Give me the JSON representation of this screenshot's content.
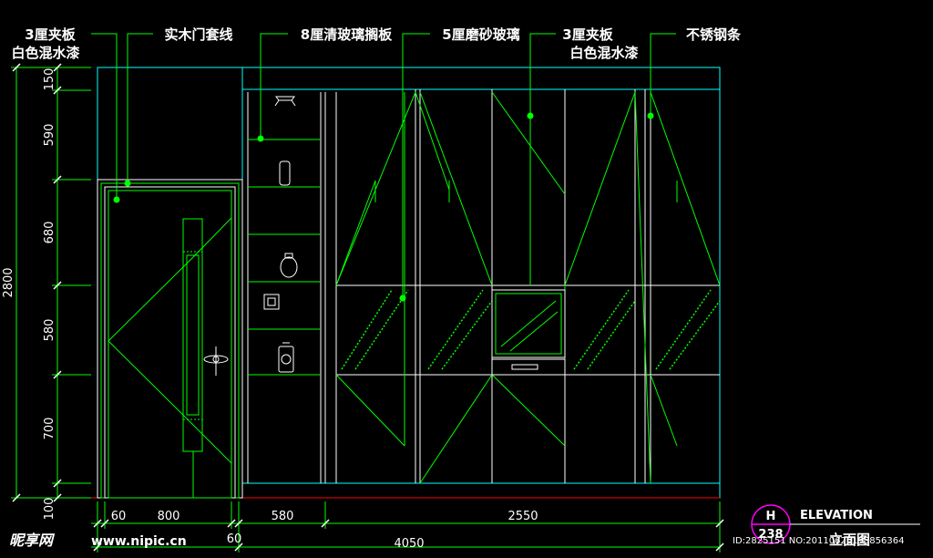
{
  "colors": {
    "background": "#000000",
    "frame": "#00ffff",
    "green": "#00ff00",
    "darkgreen": "#00c800",
    "white": "#ffffff",
    "magenta": "#ff00ff",
    "red": "#ff0000"
  },
  "callouts": [
    {
      "line1": "3厘夹板",
      "line2": "白色混水漆"
    },
    {
      "line1": "实木门套线",
      "line2": ""
    },
    {
      "line1": "8厘清玻璃搁板",
      "line2": ""
    },
    {
      "line1": "5厘磨砂玻璃",
      "line2": ""
    },
    {
      "line1": "3厘夹板",
      "line2": "白色混水漆"
    },
    {
      "line1": "不锈钢条",
      "line2": ""
    }
  ],
  "vertical_dims": {
    "total": "2800",
    "segments": [
      "150",
      "590",
      "680",
      "580",
      "700",
      "100"
    ]
  },
  "horizontal_dims": {
    "row1": [
      "60",
      "800",
      "580",
      "2550"
    ],
    "row2": [
      "60",
      "4050"
    ]
  },
  "title_block": {
    "letter": "H",
    "number": "238",
    "title_en": "ELEVATION",
    "title_cn": "立面图"
  },
  "watermark": {
    "logo": "昵享网",
    "url": "www.nipic.cn",
    "id_text": "ID:2825151 NO:20110626195856364"
  }
}
